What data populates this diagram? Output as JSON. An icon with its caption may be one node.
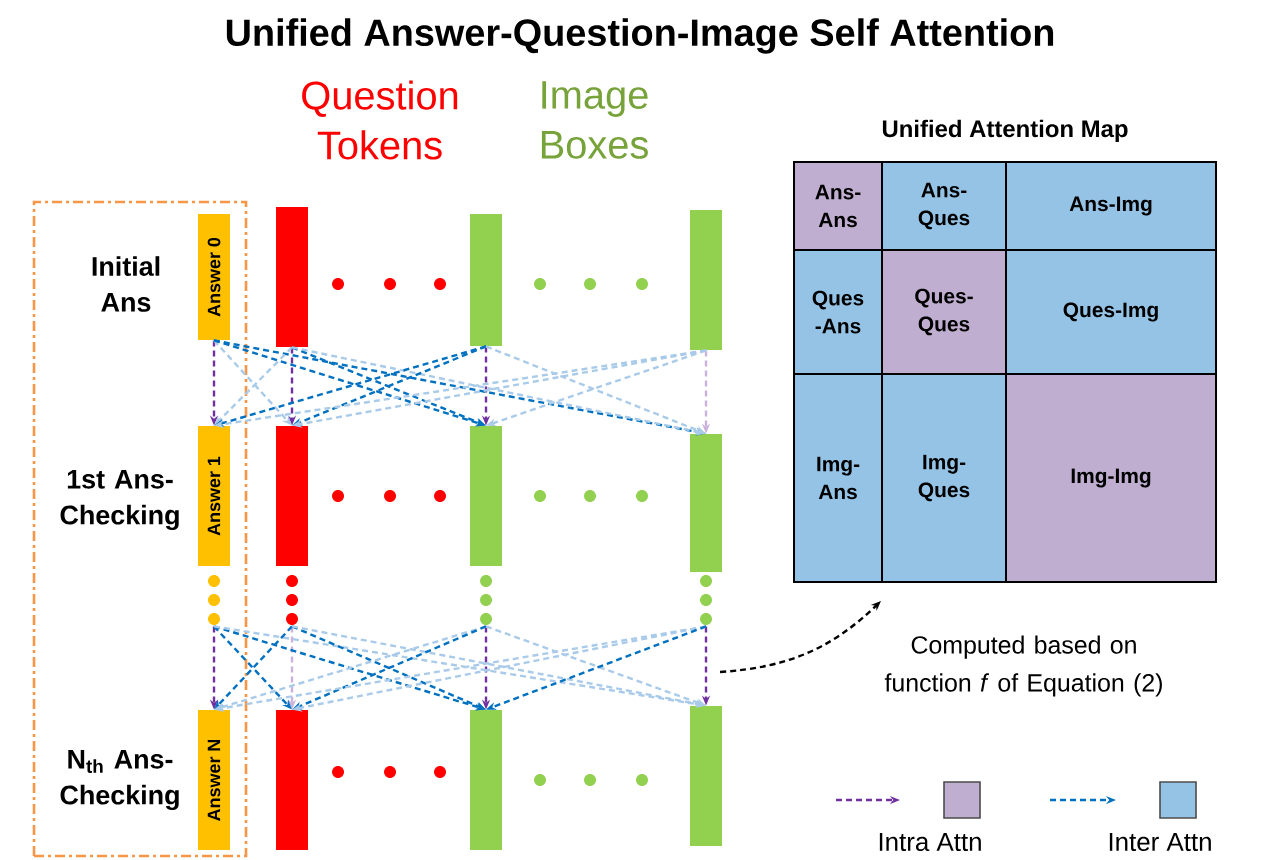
{
  "diagram": {
    "title": "Unified Answer-Question-Image Self Attention",
    "nodes": [
      {
        "text": [],
        "shape": "box"
      },
      {
        "text": [
          "Answer 0"
        ],
        "in": 0
      },
      {
        "text": [],
        "shape": "bar"
      },
      {
        "text": [],
        "shape": "bar"
      },
      {
        "text": [],
        "shape": "bar"
      },
      {
        "text": [
          "Answer 1"
        ],
        "in": 0
      },
      {
        "text": [],
        "shape": "bar"
      },
      {
        "text": [],
        "shape": "bar"
      },
      {
        "text": [],
        "shape": "bar"
      },
      {
        "text": [],
        "shape": "dots",
        "in": 0
      },
      {
        "text": [],
        "shape": "dots"
      },
      {
        "text": [],
        "shape": "dots"
      },
      {
        "text": [],
        "shape": "dots"
      },
      {
        "text": [
          "Answer N"
        ],
        "in": 0
      },
      {
        "text": [],
        "shape": "bar"
      },
      {
        "text": [],
        "shape": "bar"
      },
      {
        "text": [],
        "shape": "bar"
      },
      {
        "text": [
          "Unified Attention Map"
        ]
      },
      {
        "text": [
          "Ans- Ans"
        ],
        "in": 17
      },
      {
        "text": [
          "Ans- Ques"
        ],
        "in": 17
      },
      {
        "text": [
          "Ans-Img"
        ],
        "in": 17
      },
      {
        "text": [
          "Ques -Ans"
        ],
        "in": 17
      },
      {
        "text": [
          "Ques- Ques"
        ],
        "in": 17
      },
      {
        "text": [
          "Ques-Img"
        ],
        "in": 17
      },
      {
        "text": [
          "Img- Ans"
        ],
        "in": 17
      },
      {
        "text": [
          "Img- Ques"
        ],
        "in": 17
      },
      {
        "text": [
          "Img-Img"
        ],
        "in": 17
      }
    ],
    "edges": [
      {
        "from": 1,
        "to": 5,
        "arrow": "to",
        "style": "dashed",
        "color": "#7030a0"
      },
      {
        "from": 2,
        "to": 6,
        "arrow": "to",
        "style": "dashed",
        "color": "#7030a0"
      },
      {
        "from": 3,
        "to": 7,
        "arrow": "to",
        "style": "dashed",
        "color": "#7030a0"
      },
      {
        "from": 4,
        "to": 8,
        "arrow": "to",
        "style": "dashed",
        "color": "#c9b3dd"
      },
      {
        "from": 1,
        "to": 6,
        "arrow": "to",
        "style": "dashed"
      },
      {
        "from": 1,
        "to": 7,
        "arrow": "to",
        "style": "dashed",
        "color": "#0070c0"
      },
      {
        "from": 1,
        "to": 8,
        "arrow": "to",
        "style": "dashed",
        "color": "#0070c0"
      },
      {
        "from": 2,
        "to": 5,
        "arrow": "to",
        "style": "dashed"
      },
      {
        "from": 2,
        "to": 7,
        "arrow": "to",
        "style": "dashed",
        "color": "#0070c0"
      },
      {
        "from": 2,
        "to": 8,
        "arrow": "to",
        "style": "dashed"
      },
      {
        "from": 3,
        "to": 5,
        "arrow": "to",
        "style": "dashed",
        "color": "#0070c0"
      },
      {
        "from": 3,
        "to": 6,
        "arrow": "to",
        "style": "dashed",
        "color": "#0070c0"
      },
      {
        "from": 3,
        "to": 8,
        "arrow": "to",
        "style": "dashed"
      },
      {
        "from": 4,
        "to": 5,
        "arrow": "to",
        "style": "dashed"
      },
      {
        "from": 4,
        "to": 6,
        "arrow": "to",
        "style": "dashed"
      },
      {
        "from": 4,
        "to": 7,
        "arrow": "to",
        "style": "dashed"
      },
      {
        "from": 9,
        "to": 13,
        "arrow": "to",
        "style": "dashed",
        "color": "#7030a0"
      },
      {
        "from": 10,
        "to": 14,
        "arrow": "to",
        "style": "dashed",
        "color": "#c9b3dd"
      },
      {
        "from": 11,
        "to": 15,
        "arrow": "to",
        "style": "dashed",
        "color": "#7030a0"
      },
      {
        "from": 12,
        "to": 16,
        "arrow": "to",
        "style": "dashed",
        "color": "#7030a0"
      },
      {
        "from": 9,
        "to": 14,
        "arrow": "to",
        "style": "dashed",
        "color": "#0070c0"
      },
      {
        "from": 9,
        "to": 15,
        "arrow": "to",
        "style": "dashed",
        "color": "#0070c0"
      },
      {
        "from": 9,
        "to": 16,
        "arrow": "to",
        "style": "dashed"
      },
      {
        "from": 10,
        "to": 13,
        "arrow": "to",
        "style": "dashed",
        "color": "#0070c0"
      },
      {
        "from": 10,
        "to": 15,
        "arrow": "to",
        "style": "dashed",
        "color": "#0070c0"
      },
      {
        "from": 10,
        "to": 16,
        "arrow": "to",
        "style": "dashed"
      },
      {
        "from": 11,
        "to": 13,
        "arrow": "to",
        "style": "dashed"
      },
      {
        "from": 11,
        "to": 14,
        "arrow": "to",
        "style": "dashed",
        "color": "#0070c0"
      },
      {
        "from": 11,
        "to": 16,
        "arrow": "to",
        "style": "dashed"
      },
      {
        "from": 12,
        "to": 13,
        "arrow": "to",
        "style": "dashed"
      },
      {
        "from": 12,
        "to": 14,
        "arrow": "to",
        "style": "dashed"
      },
      {
        "from": 12,
        "to": 15,
        "arrow": "to",
        "style": "dashed",
        "color": "#0070c0"
      },
      {
        "from": null,
        "to": 17,
        "arrow": "to",
        "style": "dashed",
        "color": "#000000"
      }
    ],
    "labels": [
      "Question Tokens",
      "Image Boxes",
      "Initial Ans",
      "1st Ans-Checking",
      "N$_{th}$ Ans-Checking",
      "Computed based on function *f* of Equation (2)"
    ],
    "legend": [
      {
        "text": "Intra Attn",
        "color": "#bfaecf"
      },
      {
        "text": "Inter Attn",
        "color": "#95c3e5"
      }
    ]
  }
}
